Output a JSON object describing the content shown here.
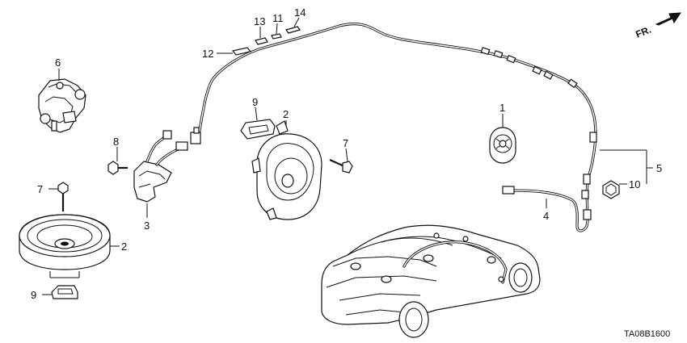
{
  "diagram": {
    "direction_label": "FR.",
    "diagram_code": "TA08B1600",
    "callouts": {
      "c1": "1",
      "c2a": "2",
      "c2b": "2",
      "c3": "3",
      "c4": "4",
      "c5": "5",
      "c6": "6",
      "c7a": "7",
      "c7b": "7",
      "c8": "8",
      "c9a": "9",
      "c9b": "9",
      "c10": "10",
      "c11": "11",
      "c12": "12",
      "c13": "13",
      "c14": "14"
    }
  }
}
